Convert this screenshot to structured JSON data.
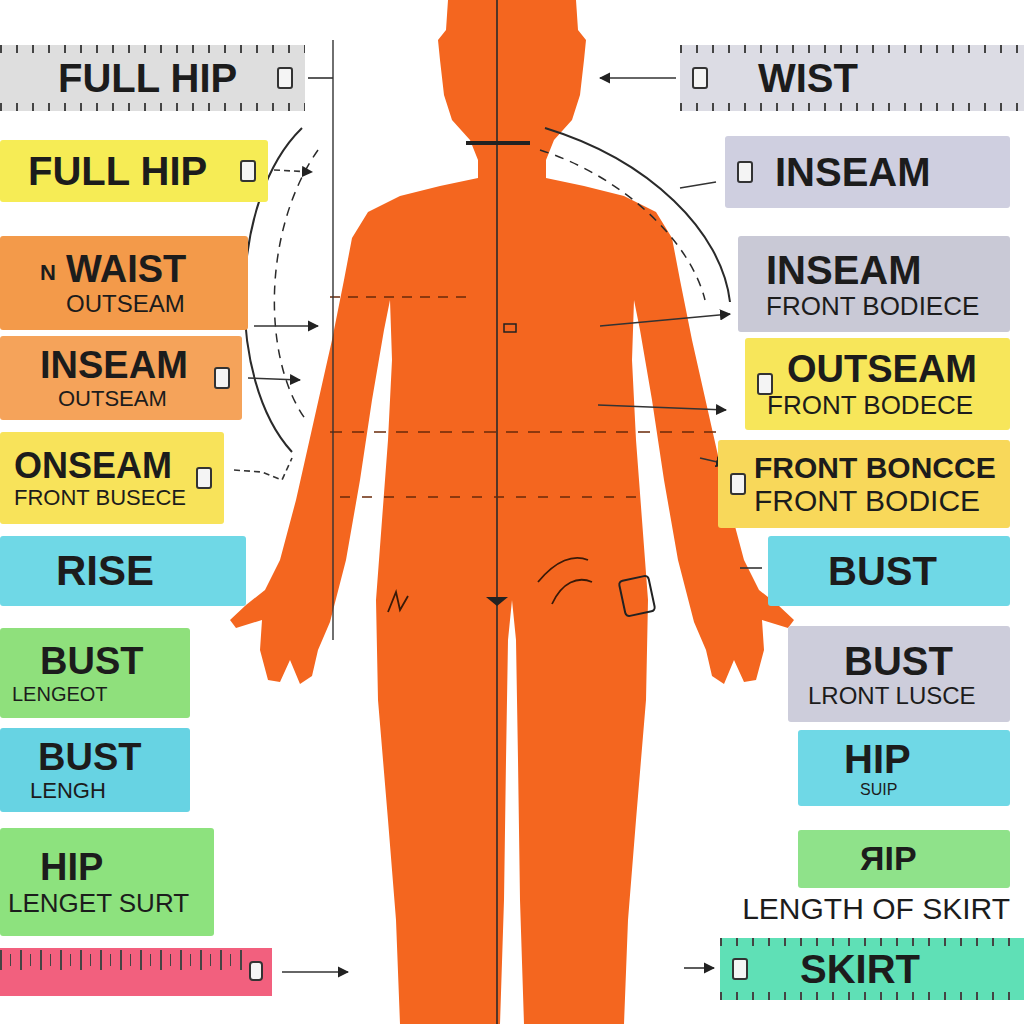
{
  "diagram": {
    "nodes": [
      {
        "text": [
          "FULL HIP"
        ]
      },
      {
        "text": [
          "FULL HIP"
        ]
      },
      {
        "text": [
          "WAIST",
          "OUTSEAM"
        ]
      },
      {
        "text": [
          "INSEAM",
          "OUTSEAM"
        ]
      },
      {
        "text": [
          "ONSEAM",
          "FRONT BUSECE"
        ]
      },
      {
        "text": [
          "RISE"
        ]
      },
      {
        "text": [
          "BUST",
          "LENGEOT"
        ]
      },
      {
        "text": [
          "BUST",
          "LENGH"
        ]
      },
      {
        "text": [
          "HIP",
          "LENGET SURT"
        ]
      },
      {
        "text": [
          "WIST"
        ]
      },
      {
        "text": [
          "INSEAM"
        ]
      },
      {
        "text": [
          "INSEAM",
          "FRONT BODIECE"
        ]
      },
      {
        "text": [
          "OUTSEAM",
          "FRONT BODECE"
        ]
      },
      {
        "text": [
          "FRONT BONCCE",
          "FRONT BODICE"
        ]
      },
      {
        "text": [
          "BUST"
        ]
      },
      {
        "text": [
          "BUST",
          "LRONT LUSCE"
        ]
      },
      {
        "text": [
          "HIP",
          "SUIP"
        ]
      },
      {
        "text": [
          "ЯIP"
        ]
      },
      {
        "text": [
          "SKIRT"
        ]
      }
    ],
    "labels": [
      "N",
      "LENGTH OF SKIRT"
    ]
  }
}
